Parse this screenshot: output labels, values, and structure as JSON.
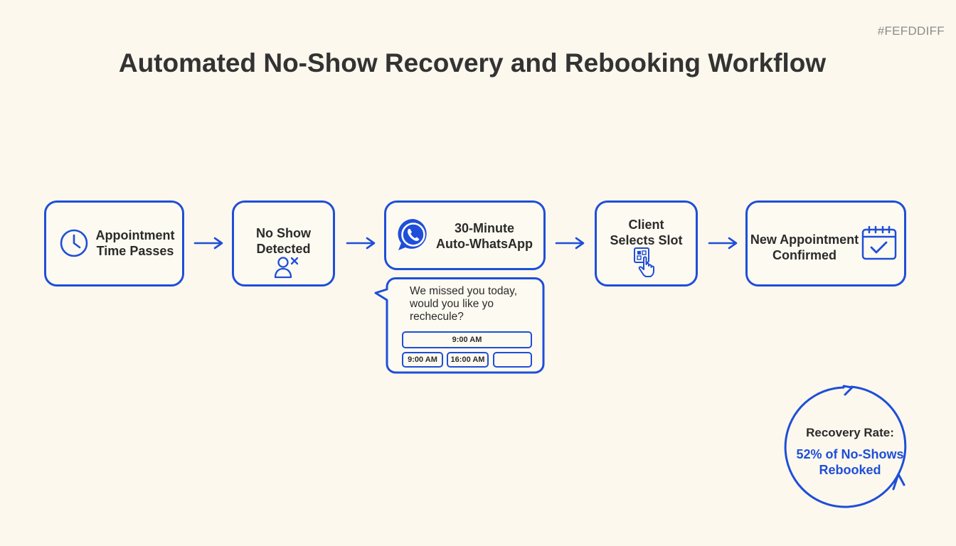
{
  "corner_tag": "#FEFDDIFF",
  "title": "Automated No-Show Recovery and Rebooking Workflow",
  "steps": [
    {
      "label": "Appointment\nTime Passes",
      "icon": "clock-icon"
    },
    {
      "label": "No Show\nDetected",
      "icon": "person-x-icon"
    },
    {
      "label": "30-Minute\nAuto-WhatsApp",
      "icon": "whatsapp-icon"
    },
    {
      "label": "Client\nSelects Slot",
      "icon": "hand-tap-icon"
    },
    {
      "label": "New Appointment\nConfirmed",
      "icon": "calendar-check-icon"
    }
  ],
  "message": {
    "text": "We missed you today,\nwould you like yo\nrechecule?",
    "slots": [
      "9:00 AM",
      "9:00 AM",
      "16:00 AM",
      ""
    ]
  },
  "recovery": {
    "label": "Recovery Rate:",
    "value": "52% of No-Shows\nRebooked",
    "percent": 52
  },
  "colors": {
    "accent": "#1f4ed8",
    "background": "#fcf8ee",
    "text": "#2f2f2f"
  }
}
